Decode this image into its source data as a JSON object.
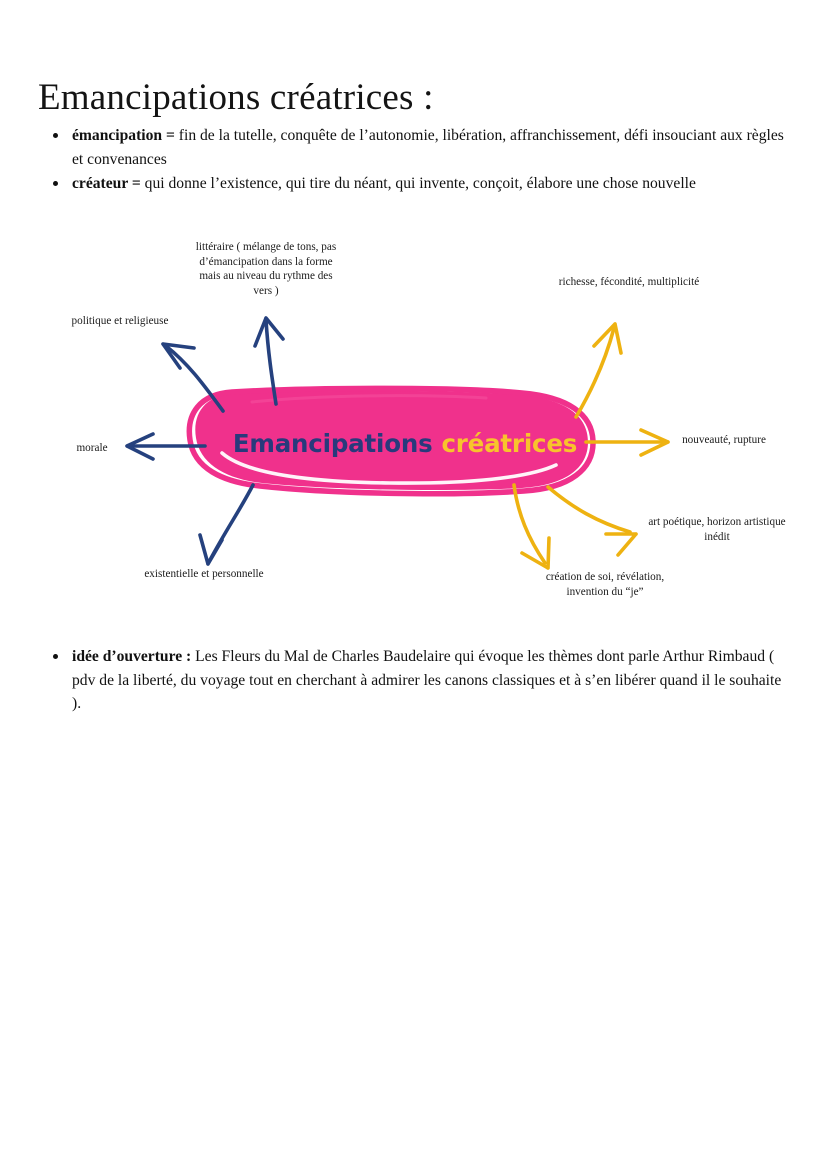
{
  "document": {
    "title": "Emancipations créatrices :"
  },
  "definitions": [
    {
      "term": "émancipation =",
      "text": " fin de la tutelle, conquête de l’autonomie, libération, affranchissement, défi insouciant aux règles et convenances"
    },
    {
      "term": "créateur =",
      "text": " qui donne l’existence, qui tire du néant, qui invente, conçoit, élabore une chose nouvelle"
    }
  ],
  "mindmap": {
    "center": {
      "word_primary": "Emancipations",
      "word_secondary": "créatrices",
      "blob_color": "#f0318c",
      "primary_color": "#283a7c",
      "secondary_color": "#f8c32c"
    },
    "branches_left": [
      {
        "label": "littéraire ( mélange de tons, pas d’émancipation dans la forme mais au niveau du rythme des vers )",
        "color": "#25417e"
      },
      {
        "label": "politique et religieuse",
        "color": "#25417e"
      },
      {
        "label": "morale",
        "color": "#25417e"
      },
      {
        "label": "existentielle et personnelle",
        "color": "#25417e"
      }
    ],
    "branches_right": [
      {
        "label": "richesse, fécondité, multiplicité",
        "color": "#eeb211"
      },
      {
        "label": "nouveauté, rupture",
        "color": "#eeb211"
      },
      {
        "label": "art poétique, horizon artistique inédit",
        "color": "#eeb211"
      },
      {
        "label": "création de soi, révélation, invention du “je”",
        "color": "#eeb211"
      }
    ]
  },
  "closing": [
    {
      "term": "idée d’ouverture :",
      "text": " Les Fleurs du Mal de Charles Baudelaire qui évoque les thèmes dont parle Arthur Rimbaud ( pdv de la liberté, du voyage tout en cherchant à admirer les canons classiques et à s’en libérer quand il le souhaite )."
    }
  ]
}
